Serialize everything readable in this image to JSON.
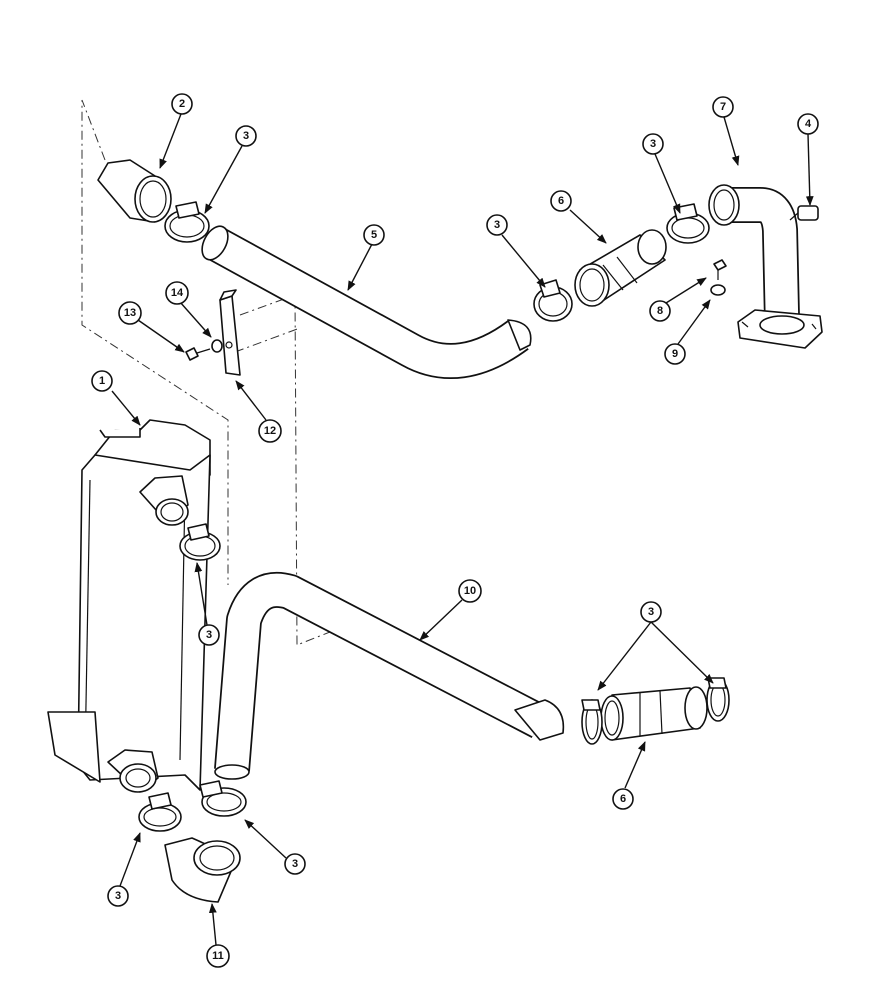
{
  "callouts": [
    {
      "id": "c1",
      "text": "1"
    },
    {
      "id": "c2",
      "text": "2"
    },
    {
      "id": "c3a",
      "text": "3"
    },
    {
      "id": "c3b",
      "text": "3"
    },
    {
      "id": "c3c",
      "text": "3"
    },
    {
      "id": "c3d",
      "text": "3"
    },
    {
      "id": "c3e",
      "text": "3"
    },
    {
      "id": "c3f",
      "text": "3"
    },
    {
      "id": "c3g",
      "text": "3"
    },
    {
      "id": "c4",
      "text": "4"
    },
    {
      "id": "c5",
      "text": "5"
    },
    {
      "id": "c6a",
      "text": "6"
    },
    {
      "id": "c6b",
      "text": "6"
    },
    {
      "id": "c7",
      "text": "7"
    },
    {
      "id": "c8",
      "text": "8"
    },
    {
      "id": "c9",
      "text": "9"
    },
    {
      "id": "c10",
      "text": "10"
    },
    {
      "id": "c11",
      "text": "11"
    },
    {
      "id": "c12",
      "text": "12"
    },
    {
      "id": "c13",
      "text": "13"
    },
    {
      "id": "c14",
      "text": "14"
    }
  ]
}
